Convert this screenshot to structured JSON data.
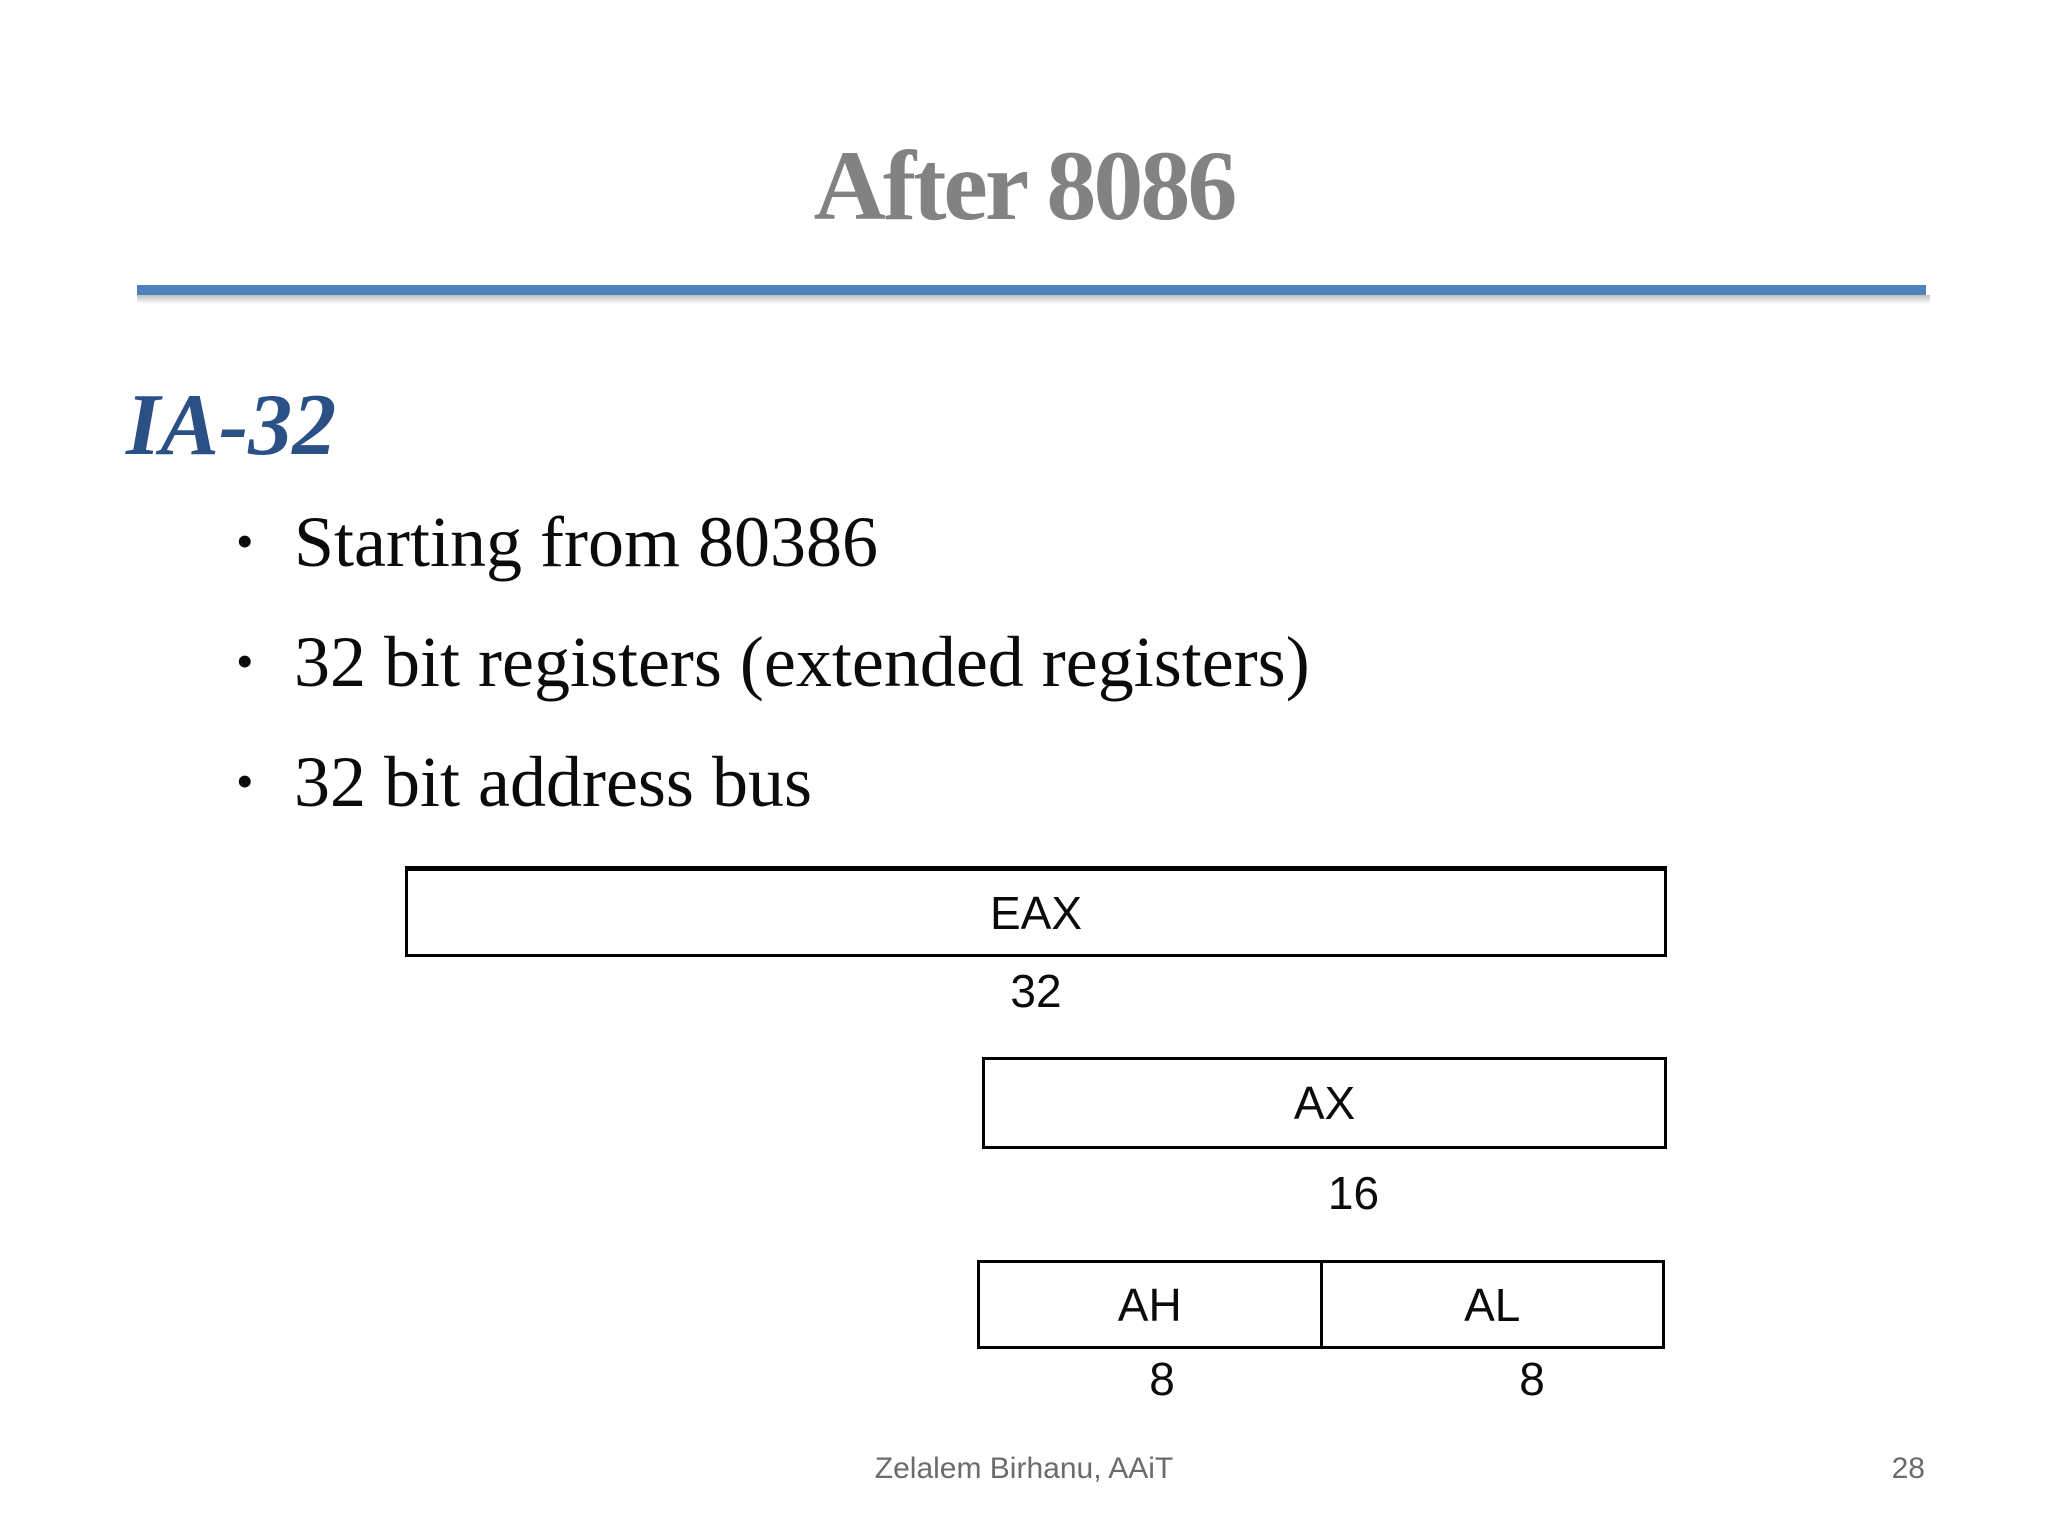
{
  "slide": {
    "title": "After 8086",
    "section_heading": "IA-32",
    "bullets": [
      "Starting from 80386",
      "32 bit registers (extended registers)",
      "32 bit address bus"
    ],
    "bullet_marker": "•",
    "diagram": {
      "eax": {
        "label": "EAX",
        "bits": "32"
      },
      "ax": {
        "label": "AX",
        "bits": "16"
      },
      "ah": {
        "label": "AH",
        "bits": "8"
      },
      "al": {
        "label": "AL",
        "bits": "8"
      }
    },
    "footer": {
      "author": "Zelalem Birhanu, AAiT",
      "page_number": "28"
    }
  },
  "colors": {
    "title-gray": "#828282",
    "rule-blue": "#4f81bd",
    "heading-blue": "#2a5086",
    "text-black": "#0b0b0b",
    "footer-gray": "#6b6b6b",
    "box-border": "#000000"
  }
}
